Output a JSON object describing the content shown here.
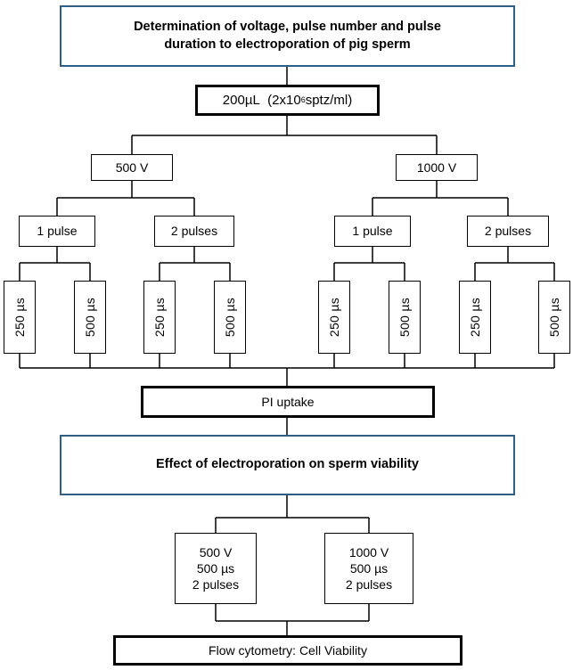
{
  "title_box": {
    "line1": "Determination of voltage, pulse number and pulse",
    "line2": "duration to electroporation of pig sperm"
  },
  "sample_box": {
    "volume": "200µL",
    "conc_prefix": "(2x10",
    "conc_exp": "6",
    "conc_suffix": " sptz/ml)"
  },
  "voltages": [
    "500 V",
    "1000 V"
  ],
  "pulses": [
    "1 pulse",
    "2 pulses",
    "1 pulse",
    "2 pulses"
  ],
  "durations": [
    "250 µs",
    "500 µs",
    "250 µs",
    "500 µs",
    "250 µs",
    "500 µs",
    "250 µs",
    "500 µs"
  ],
  "pi_uptake": "PI uptake",
  "viability_box": "Effect of electroporation on sperm viability",
  "conditions": [
    {
      "voltage": "500 V",
      "duration": "500 µs",
      "pulses": "2 pulses"
    },
    {
      "voltage": "1000 V",
      "duration": "500 µs",
      "pulses": "2 pulses"
    }
  ],
  "final_box": "Flow cytometry: Cell Viability",
  "colors": {
    "accent_border": "#2e5f86",
    "line": "#000000"
  }
}
